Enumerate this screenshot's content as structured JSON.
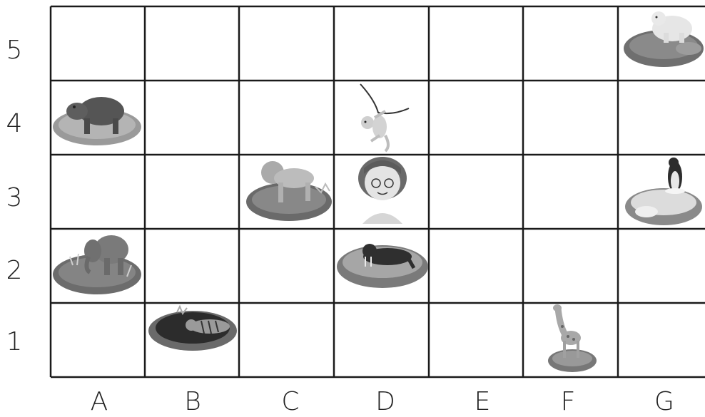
{
  "grid": {
    "columns": [
      "A",
      "B",
      "C",
      "D",
      "E",
      "F",
      "G"
    ],
    "rows": [
      "5",
      "4",
      "3",
      "2",
      "1"
    ]
  },
  "placements": [
    {
      "name": "polar-bear",
      "col": "G",
      "row": "5"
    },
    {
      "name": "hippo",
      "col": "A",
      "row": "4"
    },
    {
      "name": "monkey",
      "col": "D",
      "row": "4"
    },
    {
      "name": "lion",
      "col": "C",
      "row": "3"
    },
    {
      "name": "girl",
      "col": "D",
      "row": "3"
    },
    {
      "name": "penguin",
      "col": "G",
      "row": "3"
    },
    {
      "name": "elephant",
      "col": "A",
      "row": "2"
    },
    {
      "name": "walrus",
      "col": "D",
      "row": "2"
    },
    {
      "name": "tiger",
      "col": "B",
      "row": "1"
    },
    {
      "name": "giraffe",
      "col": "F",
      "row": "1"
    }
  ]
}
